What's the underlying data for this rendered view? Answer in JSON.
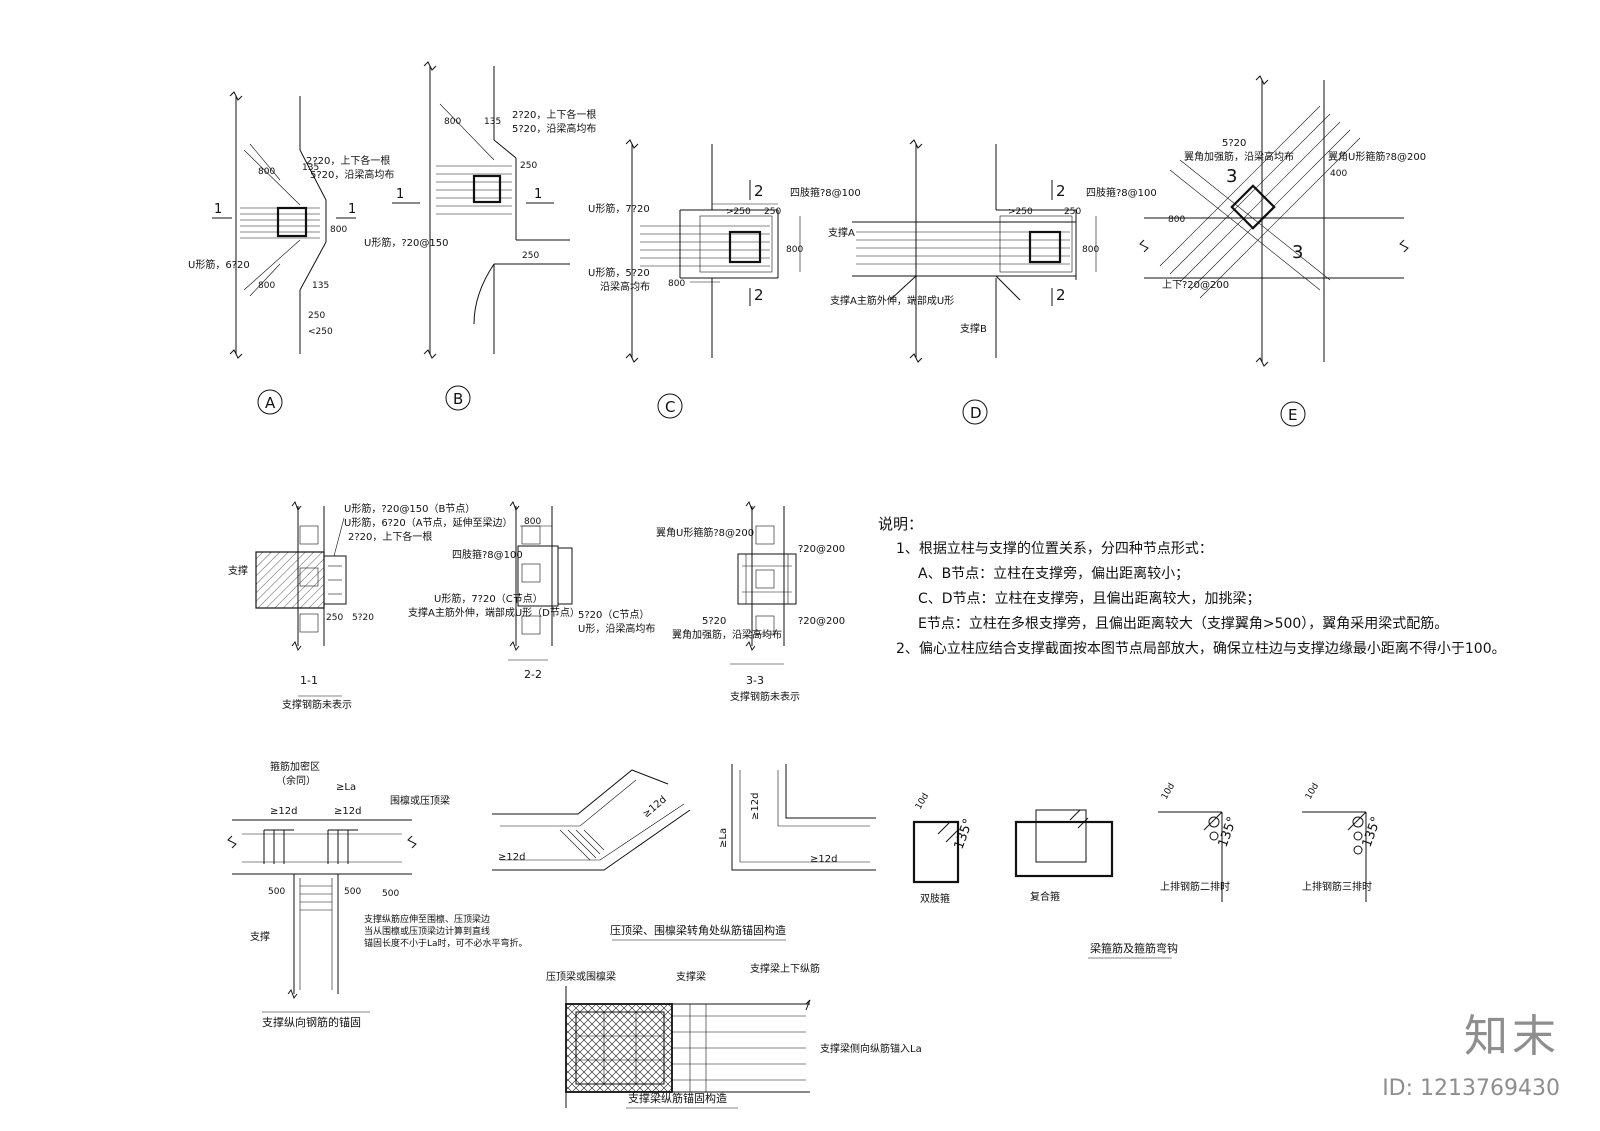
{
  "nodes": {
    "a": {
      "label": "A",
      "t1": "2?20，上下各一根",
      "t2": "5?20，沿梁高均布",
      "u": "U形筋，6?20",
      "d800a": "800",
      "d800b": "800",
      "d800c": "800",
      "a135a": "135",
      "a135b": "135",
      "d250a": "250",
      "d250b": "<250",
      "sec": "1"
    },
    "b": {
      "label": "B",
      "t1": "2?20，上下各一根",
      "t2": "5?20，沿梁高均布",
      "u": "U形筋，?20@150",
      "d800": "800",
      "a135": "135",
      "d250a": "250",
      "d250b": "250",
      "sec": "1"
    },
    "c": {
      "label": "C",
      "u1": "U形筋，7?20",
      "u2": "U形筋，5?20",
      "u2b": "沿梁高均布",
      "stir": "四肢箍?8@100",
      "d250a": ">250",
      "d250b": "250",
      "d800a": "800",
      "d800b": "800",
      "sec": "2"
    },
    "d": {
      "label": "D",
      "brA": "支撑A",
      "brA2": "支撑A主筋外伸，端部成U形",
      "brB": "支撑B",
      "stir": "四肢箍?8@100",
      "d250a": ">250",
      "d250b": "250",
      "d800": "800",
      "sec": "2"
    },
    "e": {
      "label": "E",
      "t1": "5?20",
      "t2": "翼角加强筋，沿梁高均布",
      "t3": "翼角U形箍筋?8@200",
      "t4": "上下?20@200",
      "d800": "800",
      "d400": "400",
      "sec": "3"
    }
  },
  "sections": {
    "s1": {
      "name": "1-1",
      "note": "支撑钢筋未表示",
      "brace": "支撑",
      "l1": "U形筋，?20@150（B节点）",
      "l2": "U形筋，6?20（A节点，延伸至梁边）",
      "l3": "2?20，上下各一根",
      "d250": "250",
      "d520": "5?20"
    },
    "s2": {
      "name": "2-2",
      "d800": "800",
      "stir": "四肢箍?8@100",
      "l1": "U形筋，7?20（C节点）",
      "l2": "支撑A主筋外伸，端部成U形（D节点）",
      "l3": "5?20（C节点）",
      "l4": "U形，沿梁高均布"
    },
    "s3": {
      "name": "3-3",
      "note": "支撑钢筋未表示",
      "l1": "翼角U形箍筋?8@200",
      "l2": "?20@200",
      "l3": "?20@200",
      "l4": "5?20",
      "l5": "翼角加强筋，沿梁高均布"
    }
  },
  "notes": {
    "title": "说明：",
    "n1": "1、根据立柱与支撑的位置关系，分四种节点形式：",
    "n1a": "A、B节点：立柱在支撑旁，偏出距离较小；",
    "n1b": "C、D节点：立柱在支撑旁，且偏出距离较大，加挑梁；",
    "n1c": "E节点：立柱在多根支撑旁，且偏出距离较大（支撑翼角>500），翼角采用梁式配筋。",
    "n2": "2、偏心立柱应结合支撑截面按本图节点局部放大，确保立柱边与支撑边缘最小距离不得小于100。"
  },
  "details": {
    "anchor": {
      "caption": "支撑纵向钢筋的锚固",
      "zone": "箍筋加密区",
      "zone2": "（余同）",
      "la": "≥La",
      "beam": "围檩或压顶梁",
      "d12a": "≥12d",
      "d12b": "≥12d",
      "d500a": "500",
      "d500b": "500",
      "d500c": "500",
      "brace": "支撑",
      "n1": "支撑纵筋应伸至围檩、压顶梁边",
      "n2": "当从围檩或压顶梁边计算到直线",
      "n3": "锚固长度不小于La时，可不必水平弯折。"
    },
    "corner": {
      "caption": "压顶梁、围檩梁转角处纵筋锚固构造",
      "d12a": "≥12d",
      "d12b": "≥12d",
      "d12c": "≥12d",
      "d12d": "≥12d",
      "la": "≥La"
    },
    "stirrup": {
      "caption": "梁箍筋及箍筋弯钩",
      "k1": "双肢箍",
      "k2": "复合箍",
      "k3": "上排钢筋二排时",
      "k4": "上排钢筋三排时",
      "d10a": "10d",
      "d10b": "10d",
      "d10c": "10d",
      "a1": "135°",
      "a2": "135°",
      "a3": "135°"
    },
    "beam": {
      "caption": "支撑梁纵筋锚固构造",
      "l1": "压顶梁或围檩梁",
      "l2": "支撑梁",
      "l3": "支撑梁上下纵筋",
      "l4": "支撑梁侧向纵筋锚入La"
    }
  },
  "watermark": {
    "brand": "知末",
    "id": "ID: 1213769430"
  }
}
